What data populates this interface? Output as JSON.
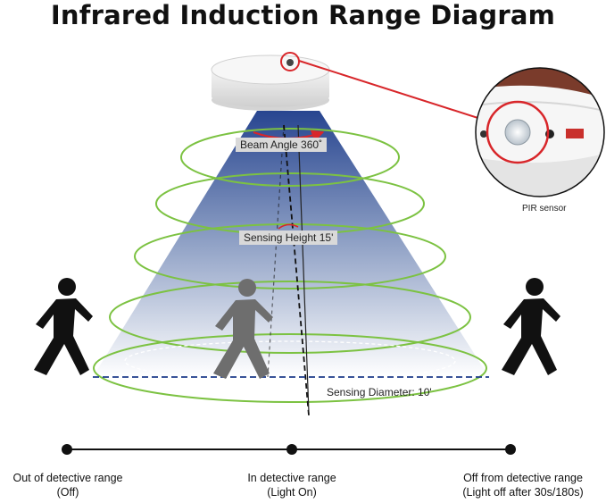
{
  "title": "Infrared Induction Range Diagram",
  "labels": {
    "beam_angle": "Beam Angle 360˚",
    "sensing_height": "Sensing Height 15'",
    "sensing_diameter": "Sensing Diameter: 10'",
    "pir_sensor": "PIR sensor"
  },
  "states": [
    {
      "line1": "Out of detective range",
      "line2": "(Off)"
    },
    {
      "line1": "In detective range",
      "line2": "(Light On)"
    },
    {
      "line1": "Off from detective range",
      "line2": "(Light off after 30s/180s)"
    }
  ],
  "colors": {
    "ring": "#7cc242",
    "arrow": "#d8262a",
    "cone_top": "#1c3b8a",
    "cone_bottom": "#ffffff",
    "person_dark": "#111111",
    "person_grey": "#6e6e6e"
  }
}
